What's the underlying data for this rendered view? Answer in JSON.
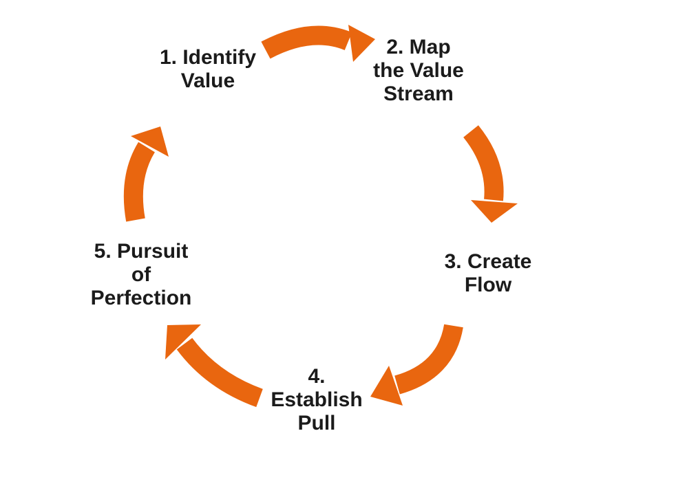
{
  "diagram": {
    "type": "cycle-process-diagram",
    "background_color": "#ffffff",
    "accent_color": "#E9660F",
    "text_color": "#1b1b1b",
    "steps": [
      {
        "id": "step-1",
        "label": "1. Identify\nValue"
      },
      {
        "id": "step-2",
        "label": "2. Map\nthe Value\nStream"
      },
      {
        "id": "step-3",
        "label": "3. Create\nFlow"
      },
      {
        "id": "step-4",
        "label": "4.\nEstablish\nPull"
      },
      {
        "id": "step-5",
        "label": "5. Pursuit\nof\nPerfection"
      }
    ],
    "arrows": [
      {
        "name": "arrow-step1-to-step2-icon",
        "from": "1. Identify Value",
        "to": "2. Map the Value Stream"
      },
      {
        "name": "arrow-step2-to-step3-icon",
        "from": "2. Map the Value Stream",
        "to": "3. Create Flow"
      },
      {
        "name": "arrow-step3-to-step4-icon",
        "from": "3. Create Flow",
        "to": "4. Establish Pull"
      },
      {
        "name": "arrow-step4-to-step5-icon",
        "from": "4. Establish Pull",
        "to": "5. Pursuit of Perfection"
      },
      {
        "name": "arrow-step5-to-step1-icon",
        "from": "5. Pursuit of Perfection",
        "to": "1. Identify Value"
      }
    ]
  }
}
